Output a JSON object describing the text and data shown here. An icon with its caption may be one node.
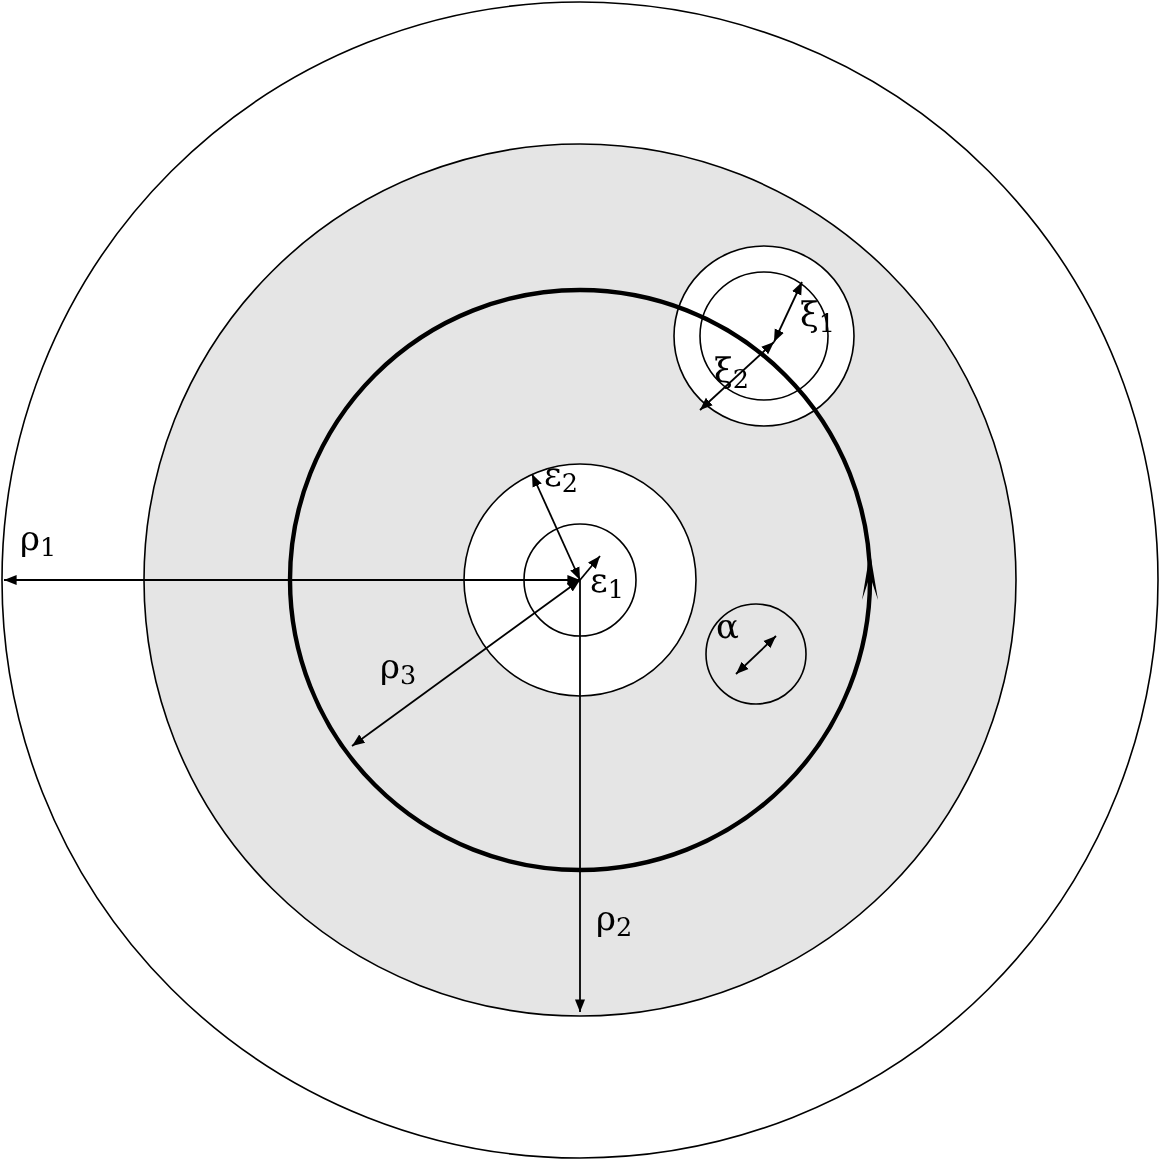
{
  "diagram": {
    "labels": [
      "ξ$_{1}$",
      "ξ$_{2}$",
      "ε$_{2}$",
      "ρ$_{1}$",
      "ε$_{1}$",
      "α",
      "ρ$_{3}$",
      "ρ$_{2}$"
    ]
  }
}
